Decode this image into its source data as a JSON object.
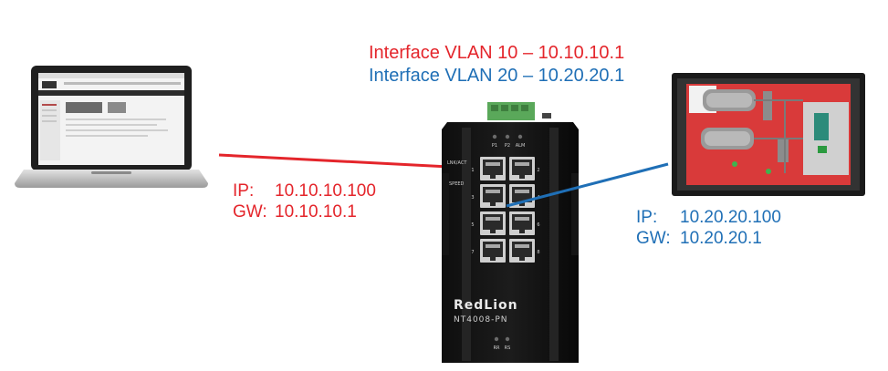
{
  "vlans": [
    {
      "label": "Interface VLAN 10 – 10.10.10.1",
      "color": "#e4252b"
    },
    {
      "label": "Interface VLAN 20 – 10.20.20.1",
      "color": "#1f6fb6"
    }
  ],
  "laptop": {
    "ip_label": "IP:",
    "ip_value": "10.10.10.100",
    "gw_label": "GW:",
    "gw_value": "10.10.10.1",
    "link_color": "#e4252b"
  },
  "hmi": {
    "ip_label": "IP:",
    "ip_value": "10.20.20.100",
    "gw_label": "GW:",
    "gw_value": "10.20.20.1",
    "link_color": "#1f6fb6"
  },
  "switch": {
    "brand": "RedLion",
    "model": "NT4008-PN",
    "top_leds": [
      "P1",
      "P2",
      "ALM"
    ],
    "bottom_leds": [
      "RR",
      "RS"
    ],
    "port_labels": [
      "LNK/ACT",
      "SPEED"
    ],
    "port_numbers": [
      "1",
      "2",
      "3",
      "4",
      "5",
      "6",
      "7",
      "8"
    ]
  }
}
